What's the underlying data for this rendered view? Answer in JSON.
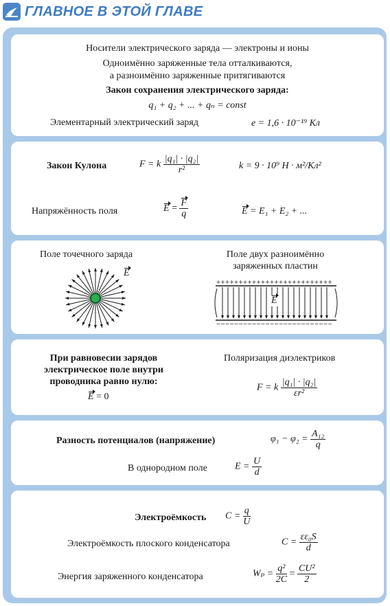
{
  "header": {
    "title": "ГЛАВНОЕ В ЭТОЙ ГЛАВЕ"
  },
  "s1": {
    "carriers": "Носители электрического заряда — электроны и ионы",
    "rule1": "Одноимённо заряженные тела отталкиваются,",
    "rule2": "а разноимённо заряженные притягиваются",
    "law": "Закон сохранения электрического заряда:",
    "law_formula": "q₁ + q₂ + ... + qₙ = const",
    "elementary_label": "Элементарный электрический заряд",
    "elementary_formula": "e = 1,6 · 10⁻¹⁹ Кл"
  },
  "s2": {
    "coulomb_label": "Закон Кулона",
    "coulomb_lhs": "F = k",
    "coulomb_num": "|q₁| · |q₂|",
    "coulomb_den": "r²",
    "k_value": "k = 9 · 10⁹ Н · м²/Кл²",
    "field_label": "Напряжённость поля",
    "field_num": "F",
    "field_den": "q",
    "superposition": "= E₁ + E₂ + ..."
  },
  "s3": {
    "point_title": "Поле точечного заряда",
    "plates_title1": "Поле двух разноимённо",
    "plates_title2": "заряженных пластин",
    "e_label": "E"
  },
  "s4": {
    "equil1": "При равновесии зарядов",
    "equil2": "электрическое поле внутри",
    "equil3": "проводника равно нулю:",
    "equil_formula": "= 0",
    "polar_title": "Поляризация диэлектриков",
    "polar_lhs": "F = k",
    "polar_num": "|q₁| · |q₂|",
    "polar_den": "εr²"
  },
  "s5": {
    "potdiff_label": "Разность потенциалов (напряжение)",
    "potdiff_lhs": "φ₁ − φ₂ =",
    "potdiff_num": "A₁₂",
    "potdiff_den": "q",
    "uniform_label": "В однородном поле",
    "uniform_lhs": "E =",
    "uniform_num": "U",
    "uniform_den": "d"
  },
  "s6": {
    "cap_label": "Электроёмкость",
    "cap_lhs": "C =",
    "cap_num": "q",
    "cap_den": "U",
    "flat_label": "Электроёмкость плоского конденсатора",
    "flat_lhs": "C =",
    "flat_num": "εε₀S",
    "flat_den": "d",
    "energy_label": "Энергия заряженного конденсатора",
    "energy_lhs": "Wₚ =",
    "energy_num1": "q²",
    "energy_den1": "2C",
    "energy_eq": "=",
    "energy_num2": "CU²",
    "energy_den2": "2"
  }
}
